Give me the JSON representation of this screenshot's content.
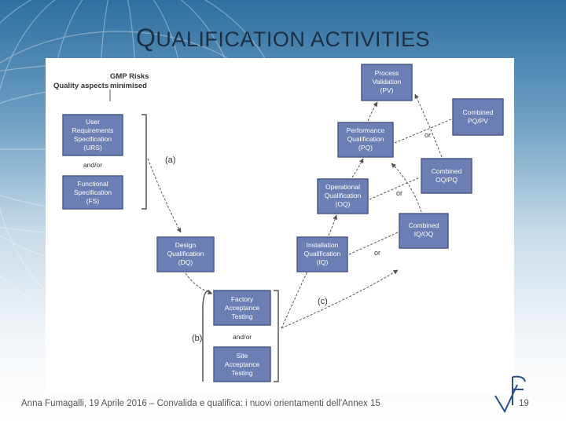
{
  "title": {
    "first": "Q",
    "rest": "UALIFICATION ACTIVITIES"
  },
  "diagram": {
    "header_quality": "Quality aspects",
    "header_gmp_1": "GMP Risks",
    "header_gmp_2": "minimised",
    "boxes": {
      "urs": [
        "User",
        "Requirements",
        "Specification",
        "(URS)"
      ],
      "fs": [
        "Functional",
        "Specification",
        "(FS)"
      ],
      "dq": [
        "Design",
        "Qualification",
        "(DQ)"
      ],
      "fat": [
        "Factory",
        "Acceptance",
        "Testing"
      ],
      "sat": [
        "Site",
        "Acceptance",
        "Testing"
      ],
      "iq": [
        "Installation",
        "Qualification",
        "(IQ)"
      ],
      "oq": [
        "Operational",
        "Qualification",
        "(OQ)"
      ],
      "pq": [
        "Performance",
        "Qualification",
        "(PQ)"
      ],
      "pv": [
        "Process",
        "Validation",
        "(PV)"
      ],
      "combined_iq_oq": [
        "Combined",
        "IQ/OQ"
      ],
      "combined_oq_pq": [
        "Combined",
        "OQ/PQ"
      ],
      "combined_pq_pv": [
        "Combined",
        "PQ/PV"
      ]
    },
    "and_or_1": "and/or",
    "and_or_2": "and/or",
    "label_a": "(a)",
    "label_b": "(b)",
    "label_c": "(c)",
    "or_1": "or",
    "or_2": "or",
    "or_3": "or"
  },
  "footer": "Anna Fumagalli, 19 Aprile 2016 – Convalida e qualifica: i nuovi orientamenti dell'Annex 15",
  "page_number": "19",
  "colors": {
    "box_fill": "#6b7fb5",
    "box_stroke": "#4a5a8c",
    "box_text": "#ffffff",
    "arrow": "#555555"
  }
}
